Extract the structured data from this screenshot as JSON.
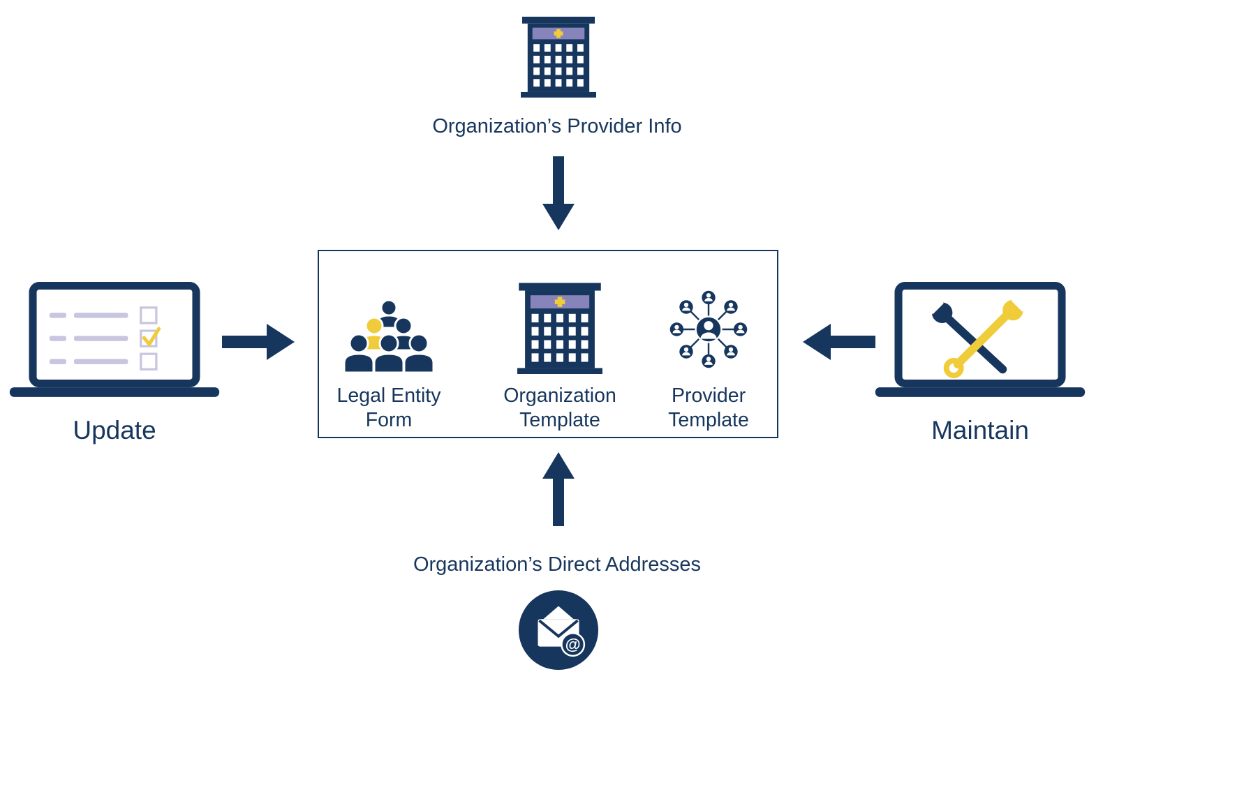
{
  "colors": {
    "navy": "#17365D",
    "yellow": "#F0CC3B",
    "lavender": "#8784BC",
    "light_lavender": "#C7C5DF"
  },
  "icons": {
    "at_symbol": "@"
  },
  "top_node": {
    "label": "Organization’s Provider Info",
    "icon": "hospital-building-icon"
  },
  "center_box": {
    "items": [
      {
        "label": "Legal Entity Form",
        "icon": "people-group-icon"
      },
      {
        "label": "Organization Template",
        "icon": "hospital-building-icon"
      },
      {
        "label": "Provider Template",
        "icon": "provider-network-icon"
      }
    ]
  },
  "left_node": {
    "label": "Update",
    "icon": "laptop-checklist-icon"
  },
  "right_node": {
    "label": "Maintain",
    "icon": "laptop-tools-icon"
  },
  "bottom_node": {
    "label": "Organization’s Direct Addresses",
    "icon": "email-at-icon"
  }
}
